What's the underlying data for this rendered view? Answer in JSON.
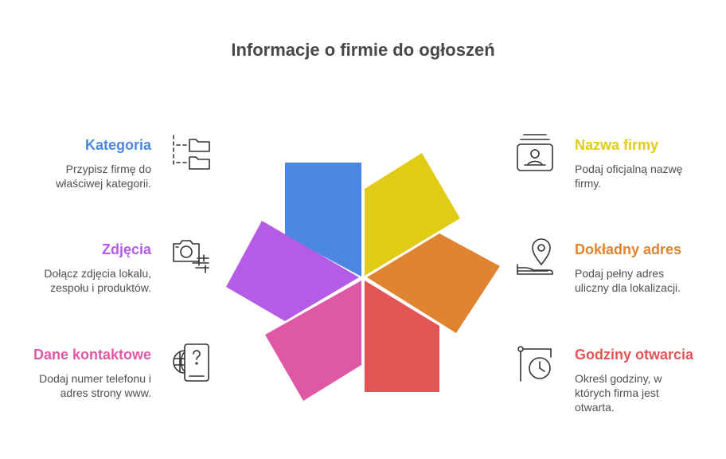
{
  "title": "Informacje o firmie do ogłoszeń",
  "colors": {
    "blue": "#4a88e3",
    "yellow": "#e0cc15",
    "orange": "#df8431",
    "red": "#e35555",
    "pink": "#de58a6",
    "purple": "#b55ce6",
    "title": "#484848",
    "icon": "#333333"
  },
  "items": {
    "kategoria": {
      "heading": "Kategoria",
      "desc_lines": [
        "Przypisz firmę do",
        "właściwej kategorii."
      ],
      "color": "#4a88e3",
      "icon": "folder-tree-icon"
    },
    "zdjecia": {
      "heading": "Zdjęcia",
      "desc_lines": [
        "Dołącz zdjęcia lokalu,",
        "zespołu i produktów."
      ],
      "color": "#b55ce6",
      "icon": "camera-icon"
    },
    "dane": {
      "heading": "Dane kontaktowe",
      "desc_lines": [
        "Dodaj numer telefonu i",
        "adres strony www."
      ],
      "color": "#de58a6",
      "icon": "phone-globe-icon"
    },
    "nazwa": {
      "heading": "Nazwa firmy",
      "desc_lines": [
        "Podaj oficjalną nazwę",
        "firmy."
      ],
      "color": "#e0cc15",
      "icon": "id-badge-icon"
    },
    "adres": {
      "heading": "Dokładny adres",
      "desc_lines": [
        "Podaj pełny adres",
        "uliczny dla lokalizacji."
      ],
      "color": "#df8431",
      "icon": "location-pin-icon"
    },
    "godziny": {
      "heading": "Godziny otwarcia",
      "desc_lines": [
        "Określ godziny, w",
        "których firma jest",
        "otwarta."
      ],
      "color": "#e35555",
      "icon": "clock-sign-icon"
    }
  }
}
